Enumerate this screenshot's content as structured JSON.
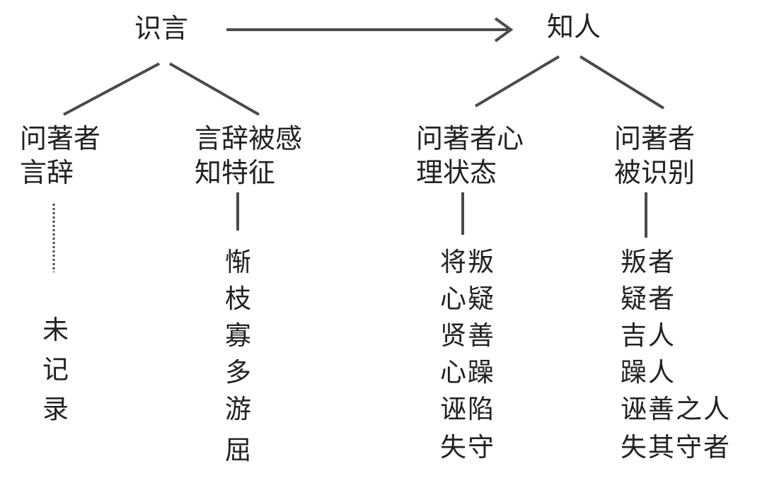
{
  "nodes": {
    "root_left": "识言",
    "root_right": "知人",
    "b1_line1": "问著者",
    "b1_line2": "言辞",
    "b2_line1": "言辞被感",
    "b2_line2": "知特征",
    "b3_line1": "问著者心",
    "b3_line2": "理状态",
    "b4_line1": "问著者",
    "b4_line2": "被识别"
  },
  "lists": {
    "col1": [
      "未",
      "记",
      "录"
    ],
    "col2": [
      "惭",
      "枝",
      "寡",
      "多",
      "游",
      "屈"
    ],
    "col3": [
      "将叛",
      "心疑",
      "贤善",
      "心躁",
      "诬陷",
      "失守"
    ],
    "col4": [
      "叛者",
      "疑者",
      "吉人",
      "躁人",
      "诬善之人",
      "失其守者"
    ]
  },
  "colors": {
    "line": "#4a4a4a",
    "text": "#222222"
  }
}
